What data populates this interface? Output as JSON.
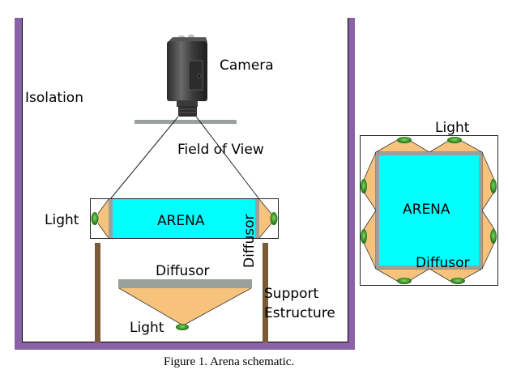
{
  "figure": {
    "caption": "Figure 1. Arena schematic.",
    "colors": {
      "isolation_wall": "#8a62a8",
      "arena": "#00ffff",
      "diffusor": "#9aa09c",
      "light_cone": "#f7c37c",
      "light": "#3d9a2c",
      "support": "#7b5a36"
    }
  },
  "side_view": {
    "isolation_label": "Isolation",
    "camera_label": "Camera",
    "field_of_view_label": "Field of View",
    "arena_label": "ARENA",
    "side_light_label": "Light",
    "side_diffusor_label": "Diffusor",
    "bottom_diffusor_label": "Diffusor",
    "bottom_light_label": "Light",
    "support_label_line1": "Support",
    "support_label_line2": "Estructure"
  },
  "top_view": {
    "light_label": "Light",
    "arena_label": "ARENA",
    "diffusor_label": "Diffusor"
  }
}
